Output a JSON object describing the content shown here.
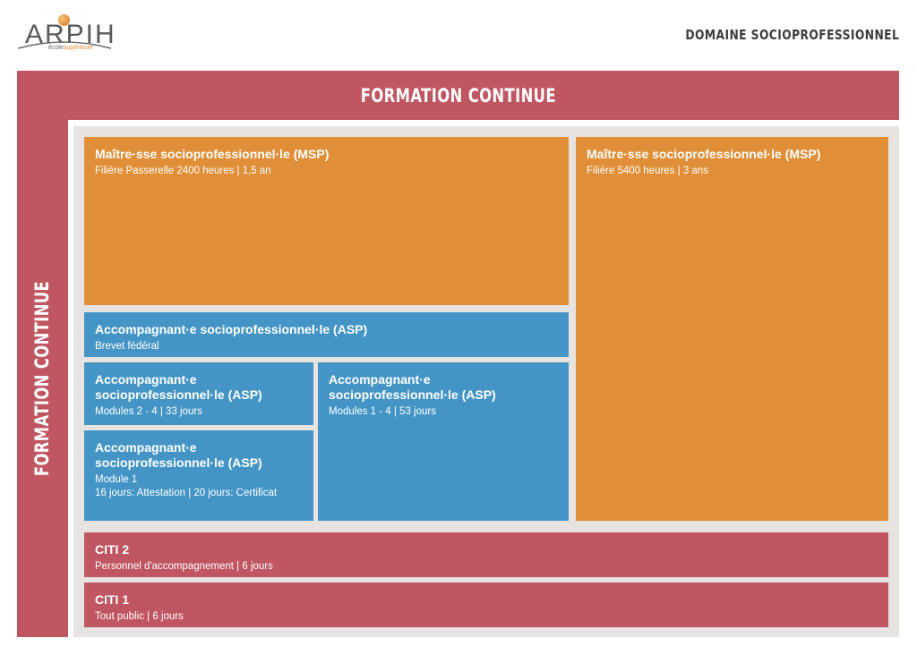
{
  "logo": {
    "wordmark": "ARPIH",
    "sub_prefix": "école",
    "sub_accent": "supérieure"
  },
  "header": {
    "domain_title": "DOMAINE SOCIOPROFESSIONNEL"
  },
  "frame": {
    "top_title": "FORMATION CONTINUE",
    "side_title": "FORMATION CONTINUE"
  },
  "boxes": {
    "msp_passerelle": {
      "title": "Maître·sse socioprofessionnel·le (MSP)",
      "detail": "Filière Passerelle 2400 heures | 1,5 an"
    },
    "msp_5400": {
      "title": "Maître·sse socioprofessionnel·le (MSP)",
      "detail": "Filière 5400 heures | 3 ans"
    },
    "asp_brevet": {
      "title": "Accompagnant·e socioprofessionnel·le (ASP)",
      "detail": "Brevet fédéral"
    },
    "asp_modules_2_4": {
      "title": "Accompagnant·e socioprofessionnel·le (ASP)",
      "detail": "Modules 2 - 4 | 33 jours"
    },
    "asp_module_1": {
      "title": "Accompagnant·e socioprofessionnel·le (ASP)",
      "detail_line1": "Module 1",
      "detail_line2": "16 jours: Attestation | 20 jours: Certificat"
    },
    "asp_modules_1_4": {
      "title": "Accompagnant·e socioprofessionnel·le (ASP)",
      "detail": "Modules 1 - 4 | 53 jours"
    },
    "citi2": {
      "title": "CITI 2",
      "detail": "Personnel d'accompagnement | 6 jours"
    },
    "citi1": {
      "title": "CITI 1",
      "detail": "Tout public | 6 jours"
    }
  },
  "colors": {
    "frame_red": "#c05661",
    "orange": "#e08f38",
    "blue": "#4495c6",
    "inner_bg": "#e7e3e0"
  }
}
